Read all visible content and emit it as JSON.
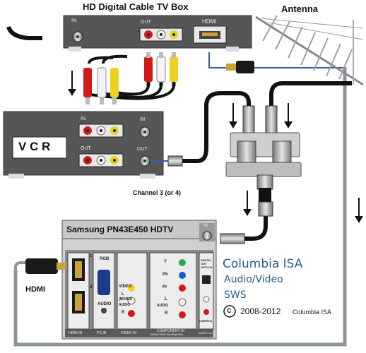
{
  "labels": {
    "cable_box": "HD Digital Cable TV Box",
    "antenna": "Antenna",
    "vcr": "V C R",
    "channel": "Channel 3 (or 4)",
    "tv": "Samsung PN43E450 HDTV",
    "hdmi": "HDMI",
    "box_in": "IN",
    "box_out": "OUT",
    "box_hdmi": "HDMI",
    "vcr_in_top": "IN",
    "vcr_out_top": "OUT",
    "vcr_in_rf": "IN",
    "vcr_out_rf": "OUT",
    "tv_in": "IN"
  },
  "panel": {
    "rgb": "RGB",
    "audio": "AUDIO",
    "video": "VIDEO",
    "mono": "(MONO)",
    "l": "L",
    "r": "R",
    "y": "Y",
    "pb": "Pb",
    "pr": "Pr",
    "digital_out": "DIGITAL OUT OPTICAL",
    "var": "(VAR/FIX)",
    "hdmi_in": "HDMI IN",
    "pc_in": "PC IN",
    "video_in": "VIDEO IN",
    "component_in": "COMPONENT IN",
    "component_res": "(1080p/1080i/720p/480p/480i)",
    "audio_out": "AUDIO OUT",
    "num1": "1",
    "num2": "2"
  },
  "credit": {
    "line1": "Columbia ISA",
    "line2": "Audio/Video",
    "line3": "SWS",
    "copyright_symbol": "C",
    "years": "2008-2012",
    "owner": "Columbia ISA"
  },
  "colors": {
    "device": "#555555",
    "panel": "#c8c8c8",
    "cable": "#111111",
    "antenna_lead": "#8e959b",
    "brand": "#2a5a8c",
    "red": "#d11a1a",
    "white": "#f4f4f4",
    "yellow": "#ecd21a"
  }
}
